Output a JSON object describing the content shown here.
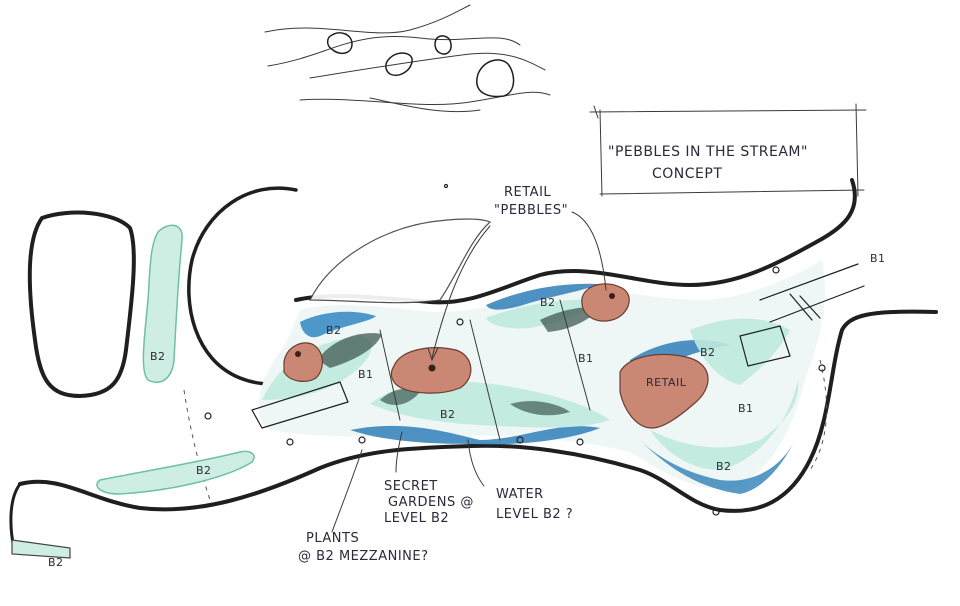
{
  "concept_title": {
    "line1": "\"PEBBLES IN THE STREAM\"",
    "line2": "CONCEPT"
  },
  "callouts": {
    "retail_pebbles": {
      "line1": "RETAIL",
      "line2": "\"PEBBLES\""
    },
    "secret_gardens": {
      "line1": "SECRET",
      "line2": "GARDENS @",
      "line3": "LEVEL B2"
    },
    "water_level": {
      "line1": "WATER",
      "line2": "LEVEL B2 ?"
    },
    "plants": {
      "line1": "PLANTS",
      "line2": "@ B2 MEZZANINE?"
    }
  },
  "level_labels": {
    "b2_left_strip": "B2",
    "b2_bottom_left": "B2",
    "b2_corner": "B2",
    "b2_upper_left": "B2",
    "b1_left": "B1",
    "b2_center": "B2",
    "b2_top_center": "B2",
    "b1_center": "B1",
    "b2_right_upper": "B2",
    "b1_right": "B1",
    "b2_right_lower": "B2",
    "b1_far_right": "B1"
  },
  "retail_label": "RETAIL",
  "colors": {
    "ink": "#1f1f1f",
    "water_blue": "#2f7fb8",
    "light_teal": "#bfe9de",
    "mint": "#cfeee3",
    "pebble": "#c98774",
    "dark_green": "#3f5a52"
  }
}
